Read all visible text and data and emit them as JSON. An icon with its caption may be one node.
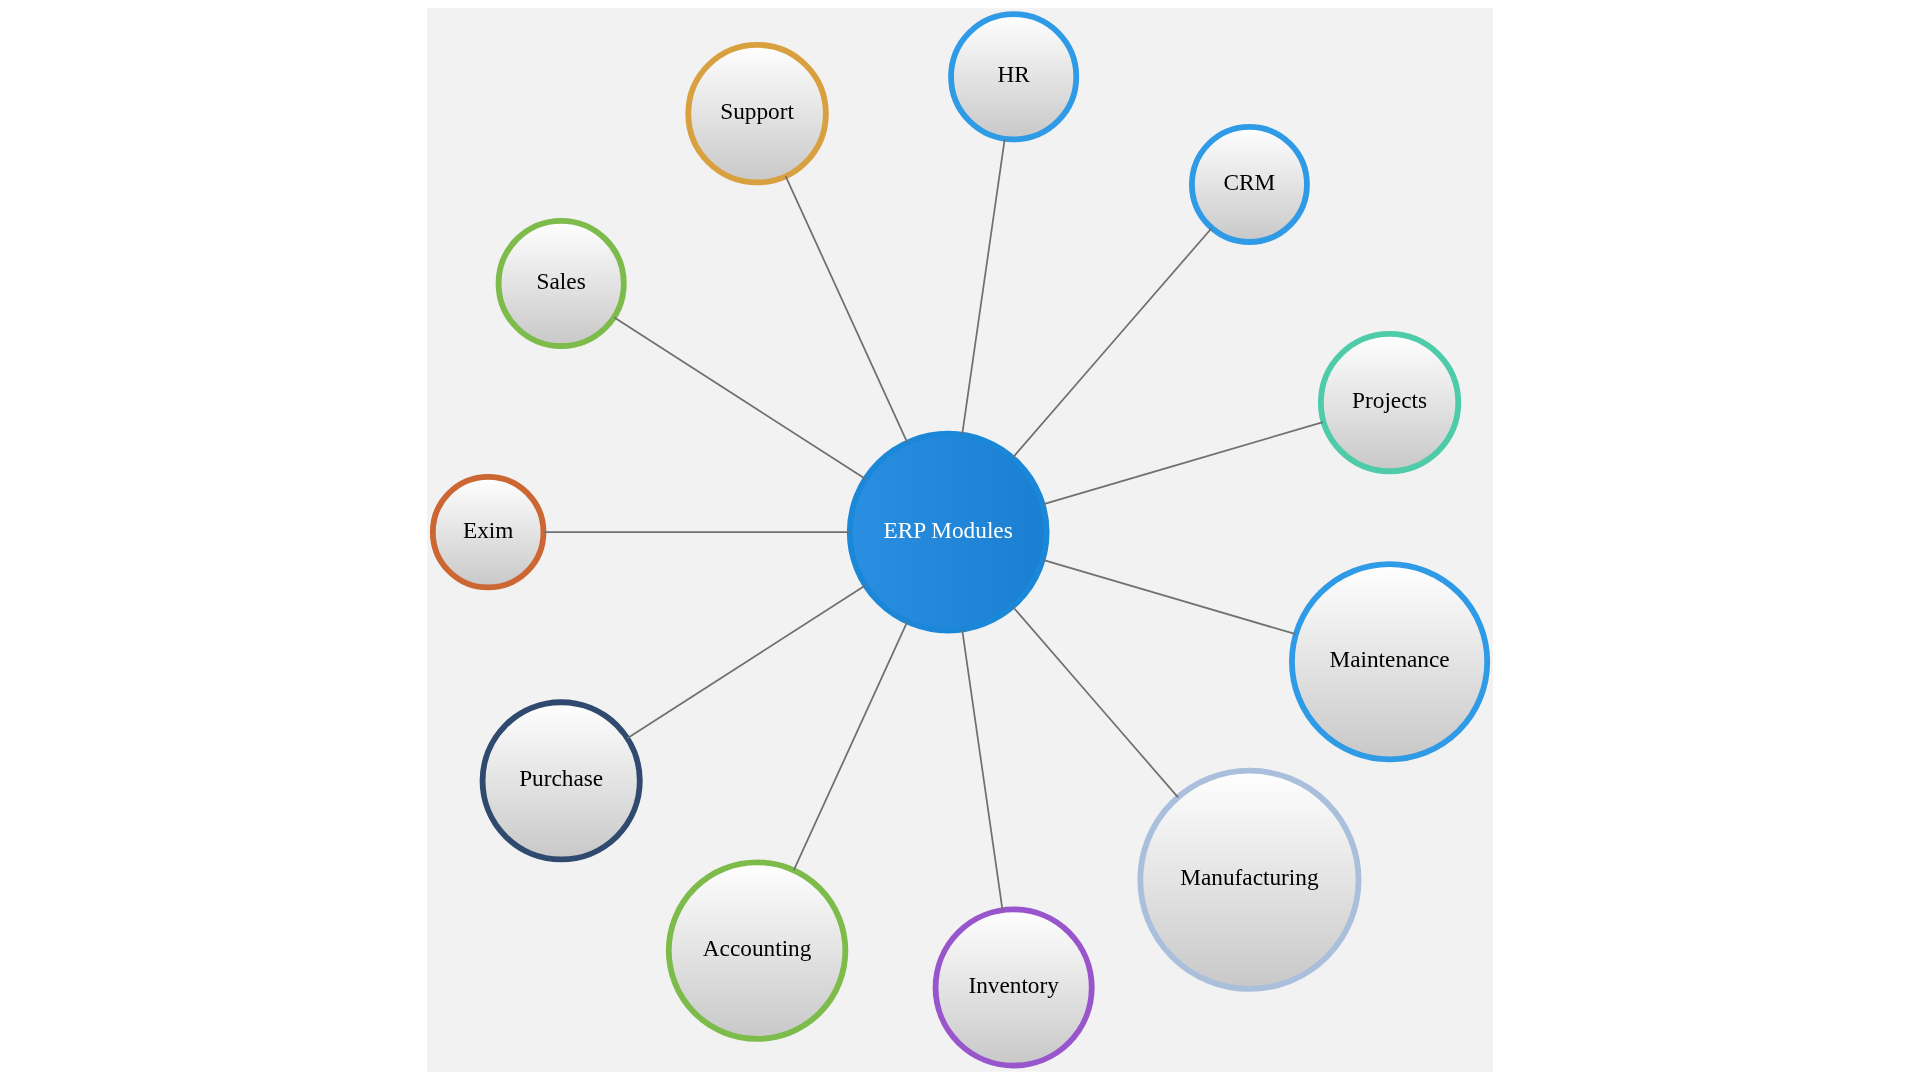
{
  "diagram": {
    "nodes": [
      {
        "text": [
          "Projects"
        ]
      },
      {
        "text": [
          "CRM"
        ]
      },
      {
        "text": [
          "HR"
        ]
      },
      {
        "text": [
          "Support"
        ]
      },
      {
        "text": [
          "Sales"
        ]
      },
      {
        "text": [
          "ERP Modules"
        ]
      },
      {
        "text": [
          "Exim"
        ]
      },
      {
        "text": [
          "Purchase"
        ]
      },
      {
        "text": [
          "Accounting"
        ]
      },
      {
        "text": [
          "Inventory"
        ]
      },
      {
        "text": [
          "Manufacturing"
        ]
      },
      {
        "text": [
          "Maintenance"
        ]
      }
    ],
    "edges": [
      {
        "from": 5,
        "to": 1,
        "arrow": "none"
      },
      {
        "from": 5,
        "to": 0,
        "arrow": "none"
      },
      {
        "from": 5,
        "to": 2,
        "arrow": "none"
      },
      {
        "from": 5,
        "to": 3,
        "arrow": "none"
      },
      {
        "from": 5,
        "to": 6,
        "arrow": "none"
      },
      {
        "from": 5,
        "to": 8,
        "arrow": "none"
      },
      {
        "from": 5,
        "to": 11,
        "arrow": "none"
      },
      {
        "from": 5,
        "to": 9,
        "arrow": "none"
      },
      {
        "from": 5,
        "to": 10,
        "arrow": "none"
      },
      {
        "from": 5,
        "to": 7,
        "arrow": "none"
      },
      {
        "from": 5,
        "to": 4,
        "arrow": "none"
      }
    ]
  }
}
